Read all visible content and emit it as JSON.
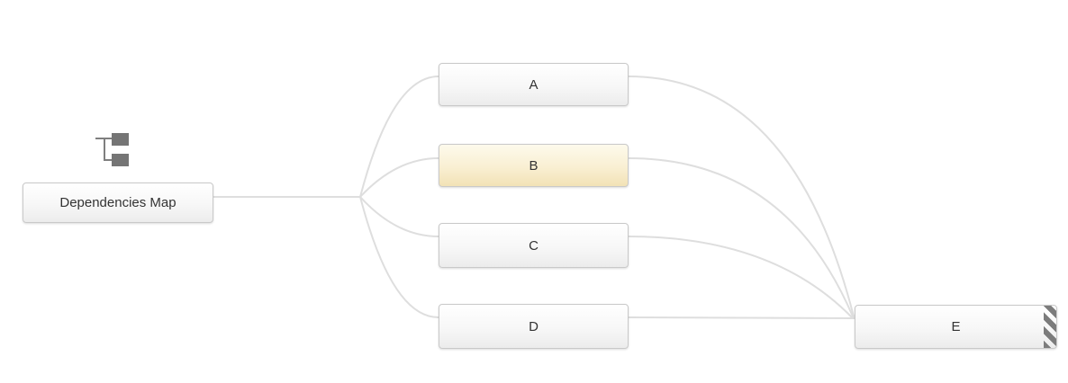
{
  "canvas": {
    "background_color": "#ffffff"
  },
  "diagram": {
    "type": "dependencies-map",
    "root": {
      "label": "Dependencies Map",
      "icon": "tree-hierarchy-icon"
    },
    "nodes": [
      {
        "id": "A",
        "label": "A",
        "state": "default"
      },
      {
        "id": "B",
        "label": "B",
        "state": "highlighted"
      },
      {
        "id": "C",
        "label": "C",
        "state": "default"
      },
      {
        "id": "D",
        "label": "D",
        "state": "default"
      },
      {
        "id": "E",
        "label": "E",
        "state": "striped-right-edge"
      }
    ],
    "edges": [
      {
        "from": "Dependencies Map",
        "to": "A"
      },
      {
        "from": "Dependencies Map",
        "to": "B"
      },
      {
        "from": "Dependencies Map",
        "to": "C"
      },
      {
        "from": "Dependencies Map",
        "to": "D"
      },
      {
        "from": "A",
        "to": "E"
      },
      {
        "from": "B",
        "to": "E"
      },
      {
        "from": "C",
        "to": "E"
      },
      {
        "from": "D",
        "to": "E"
      }
    ],
    "colors": {
      "edge": "#dedede",
      "node_border": "#c9c9c9",
      "node_text": "#333333",
      "highlight_gradient_top": "#fdfaec",
      "highlight_gradient_bottom": "#f2e2b6",
      "stripe": "#7c7c7c",
      "icon": "#757575"
    }
  }
}
